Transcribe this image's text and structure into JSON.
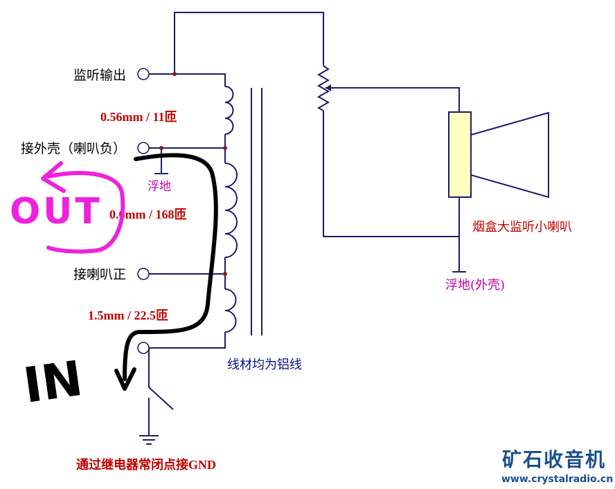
{
  "terminals": {
    "monitor_output": "监听输出",
    "case_terminal": "接外壳（喇叭负）",
    "speaker_positive": "接喇叭正"
  },
  "windings": {
    "top": "0.56mm / 11匝",
    "middle": "0.6mm / 168匝",
    "bottom": "1.5mm / 22.5匝"
  },
  "floating_ground": "浮地",
  "floating_ground_case": "浮地(外壳)",
  "speaker_label": "烟盒大监听小喇叭",
  "wire_material": "线材均为铝线",
  "relay_note": "通过继电器常闭点接GND",
  "handwritten": {
    "out": "OUT",
    "in": "IN"
  },
  "brand": {
    "name": "矿石收音机",
    "url": "www.crystalradio.cn"
  },
  "colors": {
    "wire": "#1a1a6e",
    "label_red": "#c00000",
    "label_magenta": "#c000a0",
    "label_blue": "#00108a",
    "speaker_body": "#ffffc0",
    "annotation_magenta": "#ee22dd",
    "brand": "#1a4f8e"
  }
}
